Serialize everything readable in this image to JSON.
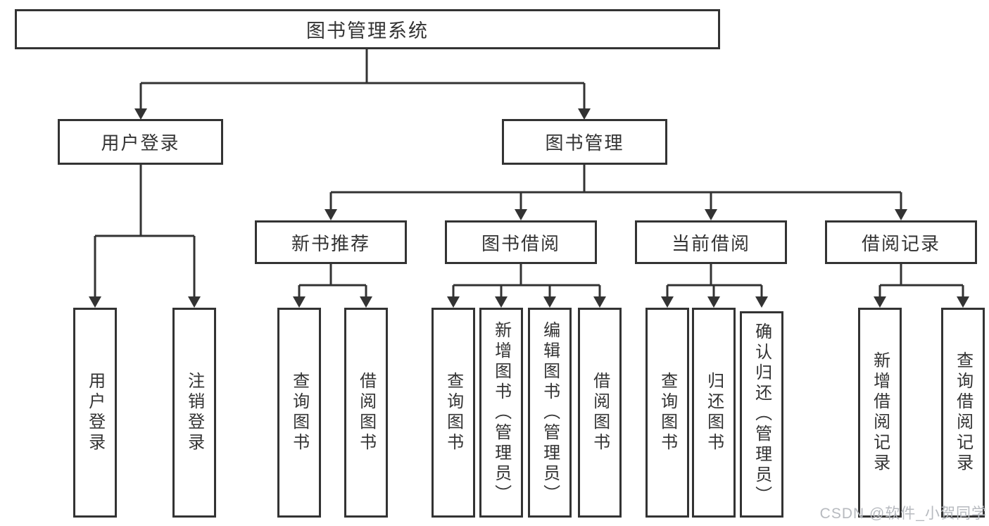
{
  "watermark": "CSDN @软件_小贺同学",
  "colors": {
    "line": "#333333",
    "text": "#333333",
    "background": "#ffffff",
    "watermark": "#b7babf"
  },
  "nodes": {
    "root": "图书管理系统",
    "level2": {
      "user_login": "用户登录",
      "book_management": "图书管理"
    },
    "level3": {
      "new_book_recommend": "新书推荐",
      "book_borrowing": "图书借阅",
      "current_borrowing": "当前借阅",
      "borrowing_records": "借阅记录"
    },
    "leaves": {
      "user_login": [
        "用户登录",
        "注销登录"
      ],
      "new_book_recommend": [
        "查询图书",
        "借阅图书"
      ],
      "book_borrowing": [
        "查询图书",
        "新增图书（管理员）",
        "编辑图书（管理员）",
        "借阅图书"
      ],
      "current_borrowing": [
        "查询图书",
        "归还图书",
        "确认归还（管理员）"
      ],
      "borrowing_records": [
        "新增借阅记录",
        "查询借阅记录"
      ]
    }
  }
}
